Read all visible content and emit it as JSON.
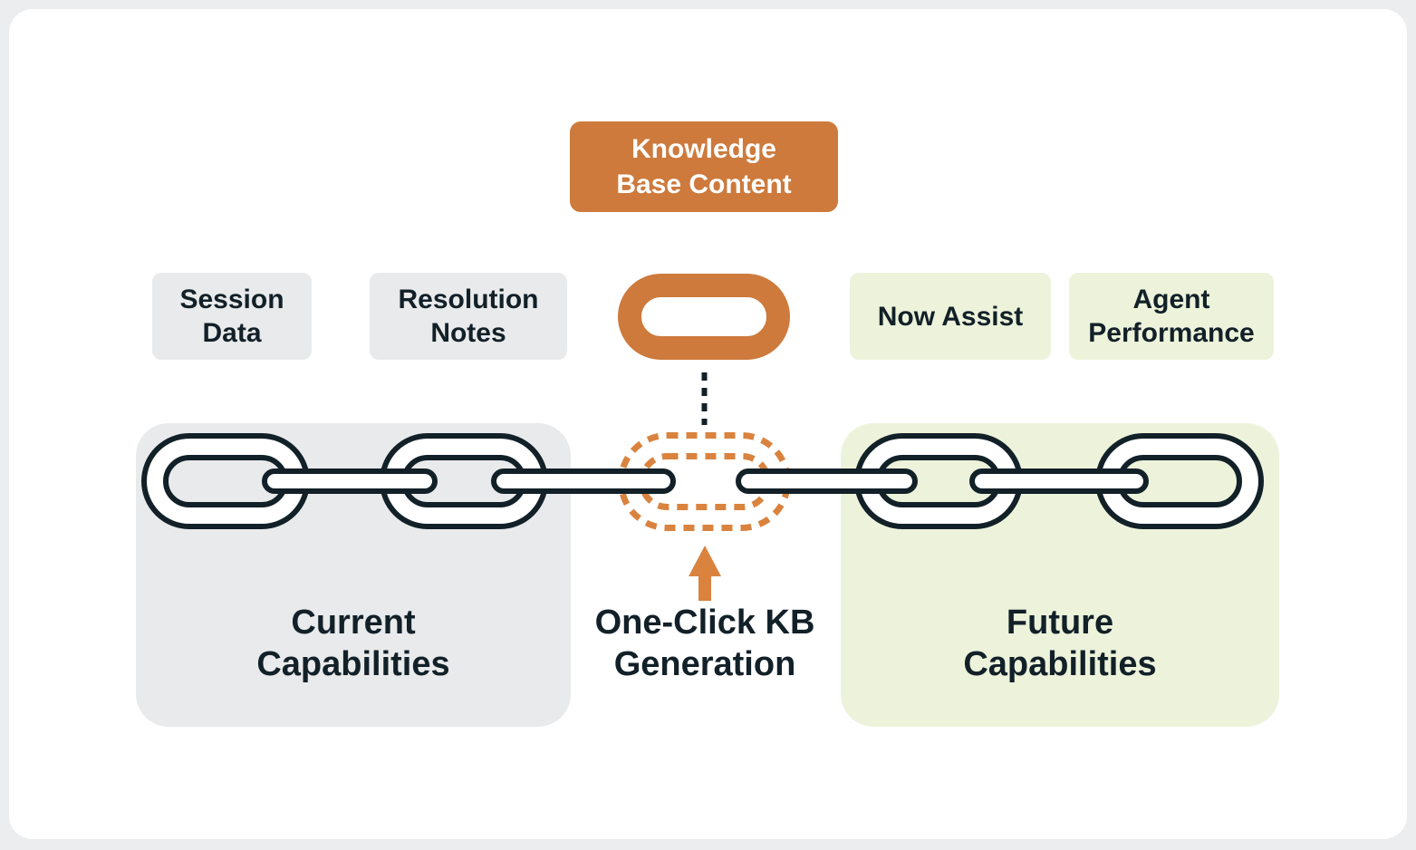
{
  "diagram": {
    "top_node": {
      "label": "Knowledge Base Content"
    },
    "inputs": [
      {
        "label": "Session Data"
      },
      {
        "label": "Resolution Notes"
      }
    ],
    "outputs": [
      {
        "label": "Now Assist"
      },
      {
        "label": "Agent Performance"
      }
    ],
    "groups": {
      "current": {
        "label": "Current Capabilities"
      },
      "future": {
        "label": "Future Capabilities"
      }
    },
    "action": {
      "label": "One-Click KB Generation"
    },
    "icons": {
      "solid_link": "chain-link-solid-orange",
      "missing_link": "chain-link-dashed-missing",
      "chain_left": "chain-links-left",
      "chain_right": "chain-links-right",
      "connector": "dashed-vertical-connector",
      "arrow": "up-arrow"
    },
    "colors": {
      "accent_orange": "#CD7A3C",
      "dark_ink": "#122028",
      "gray_fill": "#E9EAEB",
      "green_fill": "#EDF3DB",
      "page_bg": "#ECEDEF",
      "card_bg": "#FFFFFF"
    }
  }
}
